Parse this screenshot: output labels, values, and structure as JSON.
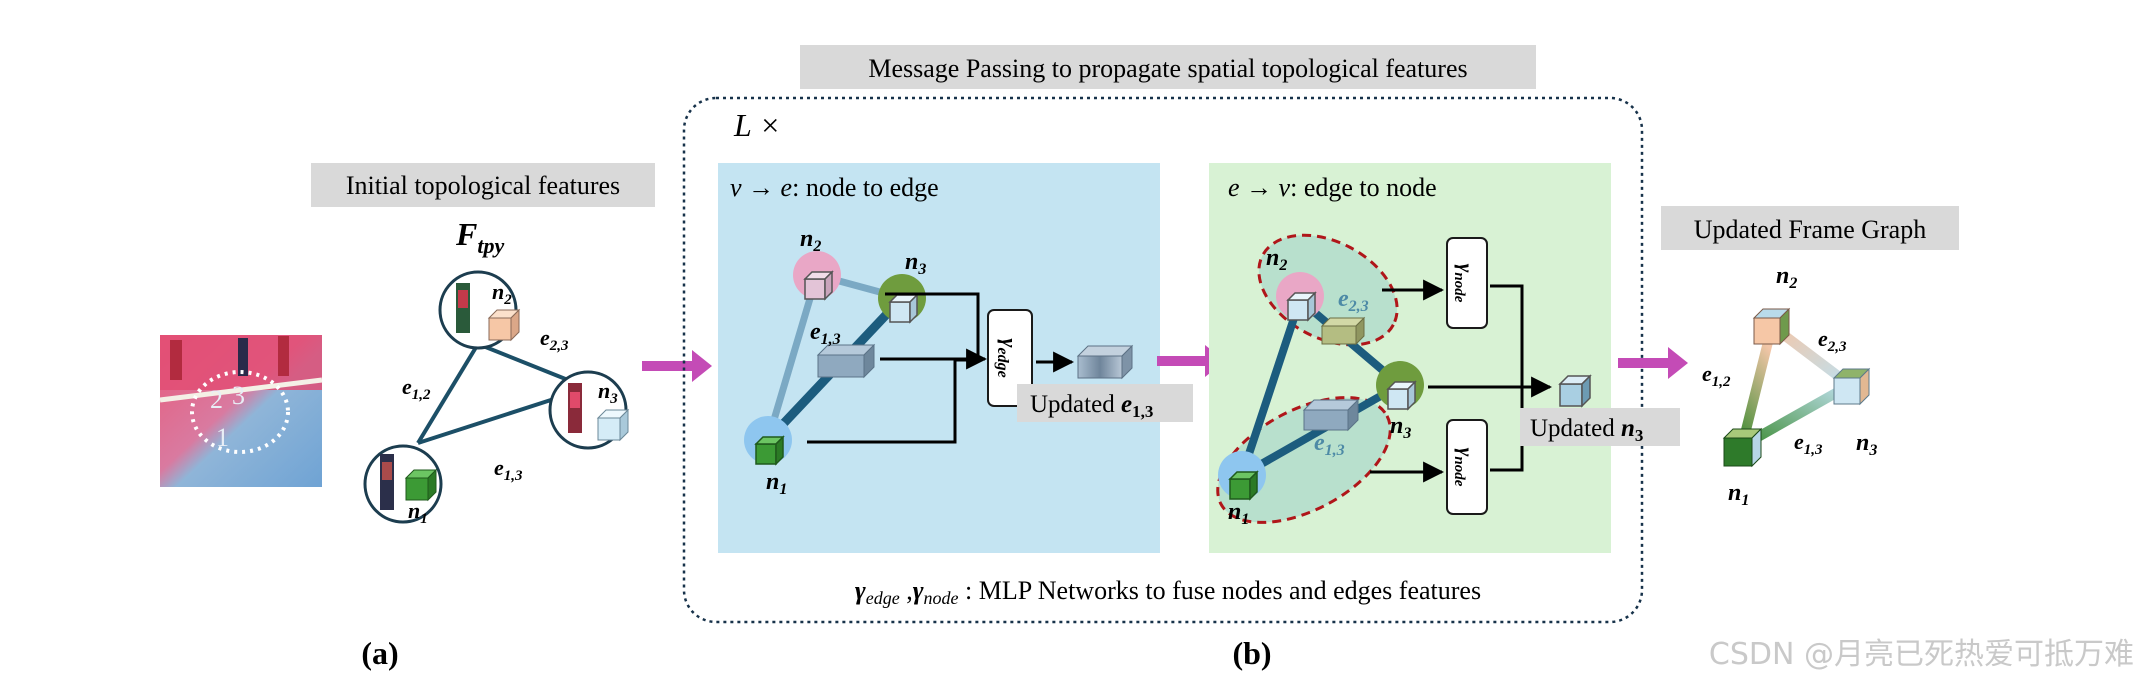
{
  "panel_a": {
    "header": "Initial topological features",
    "feature_base": "F",
    "feature_sub": "tpy",
    "node1": {
      "base": "n",
      "sub": "1"
    },
    "node2": {
      "base": "n",
      "sub": "2"
    },
    "node3": {
      "base": "n",
      "sub": "3"
    },
    "edge12": {
      "base": "e",
      "sub": "1,2"
    },
    "edge23": {
      "base": "e",
      "sub": "2,3"
    },
    "edge13": {
      "base": "e",
      "sub": "1,3"
    },
    "player_labels": [
      "1",
      "2",
      "3"
    ],
    "caption": "(a)"
  },
  "panel_b": {
    "header": "Message Passing to propagate spatial topological features",
    "repeat_label": "L ×",
    "left_box": {
      "title_math": "v → e",
      "title_text": ": node to edge",
      "gamma_base": "γ",
      "gamma_sub": "edge",
      "updated_text": "Updated ",
      "updated_base": "e",
      "updated_sub": "1,3"
    },
    "right_box": {
      "title_math": "e → v",
      "title_text": ": edge to node",
      "gamma_base": "γ",
      "gamma_sub": "node",
      "updated_text": "Updated ",
      "updated_base": "n",
      "updated_sub": "3"
    },
    "legend": {
      "g1_base": "γ",
      "g1_sub": "edge",
      "sep": " ,",
      "g2_base": "γ",
      "g2_sub": "node",
      "text": " : MLP Networks to fuse nodes and edges features"
    },
    "caption": "(b)"
  },
  "panel_c": {
    "header": "Updated Frame Graph"
  },
  "watermark": "CSDN @月亮已死热爱可抵万难",
  "colors": {
    "left_box_bg": "#c4e4f2",
    "right_box_bg": "#d8f2d4",
    "header_bg": "#d9d9d9",
    "edge_dark": "#1c4f67",
    "arrow_magenta": "#c44bb6",
    "dashed_red": "#b0161a",
    "node1": "#3c9a35",
    "node2": "#e3c4d7",
    "node3": "#cfe7f3"
  }
}
